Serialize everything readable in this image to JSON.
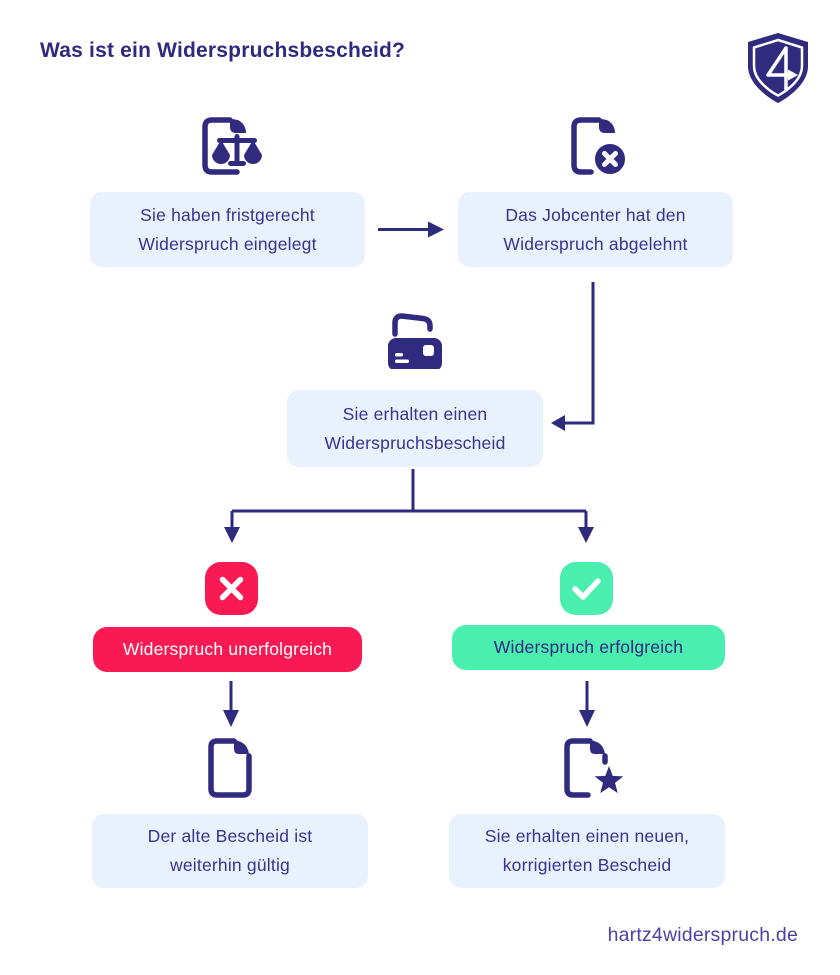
{
  "page": {
    "title": "Was ist ein Widerspruchsbescheid?",
    "footer": "hartz4widerspruch.de"
  },
  "logo": {
    "glyph": "4",
    "description": "shield-with-4-arrow-logo"
  },
  "colors": {
    "navy": "#312b80",
    "line_navy": "#2e2a7e",
    "text_navy": "#3a3390",
    "box_blue": "#e9f1fc",
    "red": "#f91a53",
    "green": "#4aefb0",
    "white": "#ffffff"
  },
  "flow": {
    "step_filed": {
      "icon": "document-scales-icon",
      "lines": [
        "Sie haben fristgerecht",
        "Widerspruch eingelegt"
      ]
    },
    "step_rejected": {
      "icon": "document-x-icon",
      "lines": [
        "Das Jobcenter hat den",
        "Widerspruch abgelehnt"
      ]
    },
    "step_notice": {
      "icon": "stamp-icon",
      "lines": [
        "Sie erhalten einen",
        "Widerspruchsbescheid"
      ]
    },
    "outcome_fail": {
      "badge_icon": "x-badge-icon",
      "label": "Widerspruch unerfolgreich",
      "result_icon": "document-icon",
      "result_lines": [
        "Der alte Bescheid ist",
        "weiterhin gültig"
      ]
    },
    "outcome_success": {
      "badge_icon": "check-badge-icon",
      "label": "Widerspruch erfolgreich",
      "result_icon": "document-star-icon",
      "result_lines": [
        "Sie erhalten einen neuen,",
        "korrigierten Bescheid"
      ]
    }
  }
}
